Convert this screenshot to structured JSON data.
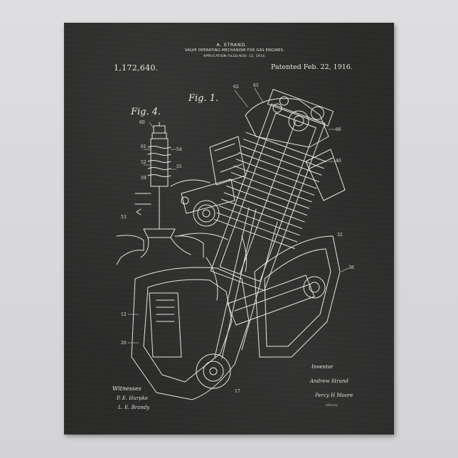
{
  "header": {
    "inventor_name": "A. STRAND.",
    "patent_title": "VALVE OPERATING MECHANISM FOR GAS ENGINES.",
    "application_line": "APPLICATION FILED NOV. 13, 1914.",
    "patent_number": "1,172,640.",
    "patent_date": "Patented Feb. 22, 1916."
  },
  "figures": {
    "fig1_label": "Fig. 1.",
    "fig4_label": "Fig. 4."
  },
  "footer": {
    "witnesses_label": "Witnesses",
    "witness_sig_1": "P. E. Hurpke",
    "witness_sig_2": "L. E. Brandy",
    "inventor_label": "Inventor",
    "inventor_signature": "Andrew Strand",
    "attorney_signature": "Percy H Moore",
    "attorney_label": "attorney"
  },
  "colors": {
    "background": "#d9d9db",
    "board": "#2a2a29",
    "chalk": "#e8e8e4"
  }
}
